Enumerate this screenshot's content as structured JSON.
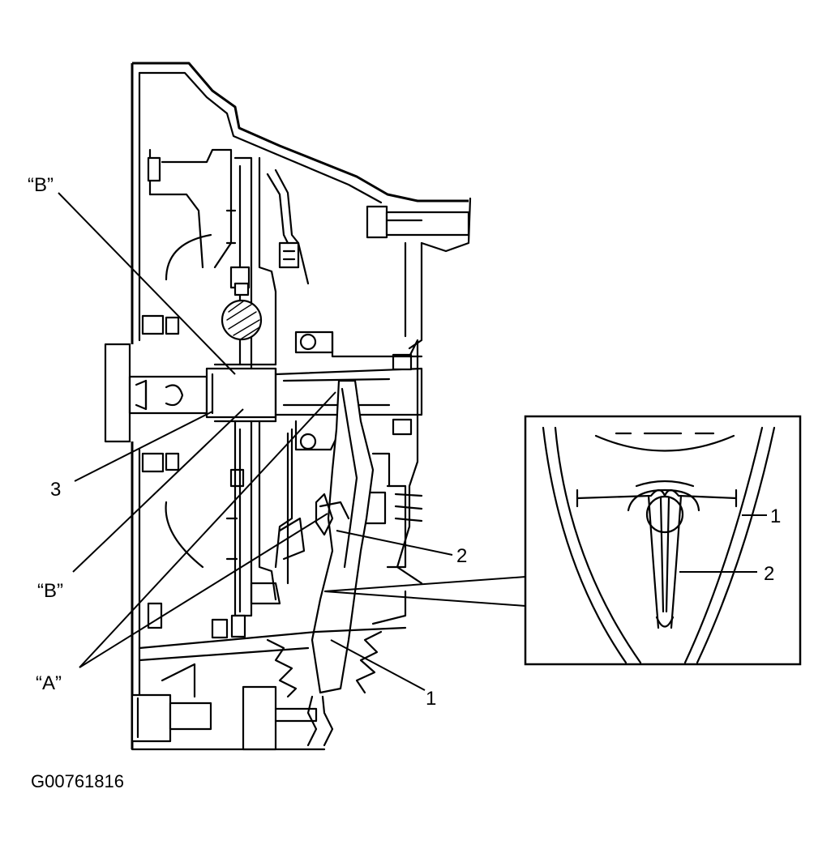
{
  "figure": {
    "code": "G00761816"
  },
  "callouts": {
    "b_top": "“B”",
    "b_bottom": "“B”",
    "a": "“A”",
    "three": "3",
    "two": "2",
    "one": "1"
  },
  "inset": {
    "one": "1",
    "two": "2"
  }
}
